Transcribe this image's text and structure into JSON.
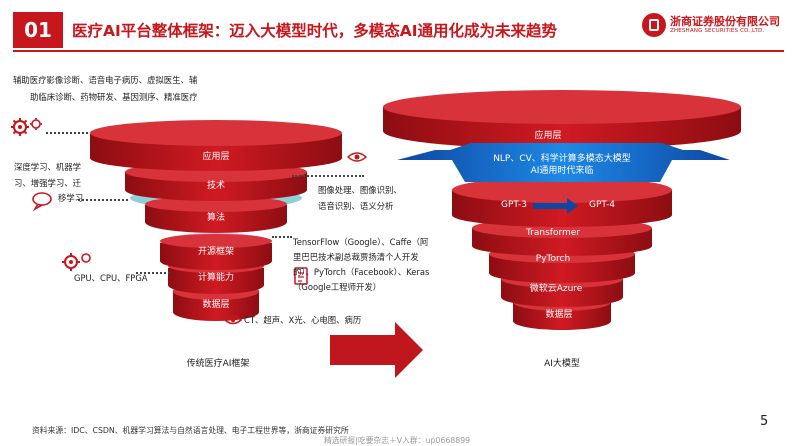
{
  "header": {
    "section_number": "01",
    "title": "医疗AI平台整体框架：迈入大模型时代，多模态AI通用化成为未来趋势",
    "logo_cn": "浙商证券股份有限公司",
    "logo_en": "ZHESHANG SECURITIES CO.,LTD."
  },
  "left_funnel": {
    "layers": [
      "应用层",
      "技术",
      "算法",
      "开源框架",
      "计算能力",
      "数据层"
    ],
    "caption": "传统医疗AI框架"
  },
  "right_funnel": {
    "top_layer": "应用层",
    "banner_line1": "NLP、CV、科学计算多模态大模型",
    "banner_line2": "AI通用时代来临",
    "layers": [
      "GPT-3",
      "GPT-4",
      "Transformer",
      "PyTorch",
      "微软云Azure",
      "数据层"
    ],
    "caption": "AI大模型"
  },
  "annotations": {
    "application_line1": "辅助医疗影像诊断、语音电子病历、虚拟医生、辅",
    "application_line2": "助临床诊断、药物研发、基因测序、精准医疗",
    "tech_line1": "深度学习、机器学",
    "tech_line2": "习、增强学习、迁",
    "tech_line3": "移学习",
    "algo_line1": "图像处理、图像识别、",
    "algo_line2": "语音识别、语义分析",
    "framework_line1": "TensorFlow（Google）、Caffe（阿",
    "framework_line2": "里巴巴技术副总裁贾扬清个人开发",
    "framework_line3": "的）、PyTorch（Facebook）、Keras",
    "framework_line4": "（Google工程师开发）",
    "compute": "GPU、CPU、FPGA",
    "data": "CT、超声、X光、心电图、病历"
  },
  "footer": {
    "source": "资料来源：IDC、CSDN、机器学习算法与自然语言处理、电子工程世界等，浙商证券研究所",
    "watermark": "精选研报|吃要杂志＋V入群：up0668899",
    "page_number": "5"
  },
  "colors": {
    "brand_red": "#c8161d",
    "layer_red": "#c0161d",
    "teal": "#8ed2d8",
    "lavender": "#cdb7e6",
    "gold": "#f5c97a",
    "banner_blue": "#1565c0",
    "arrow_red": "#c0161d"
  },
  "icons": [
    "gear-icon",
    "speech-bubble-icon",
    "eye-icon",
    "document-icon"
  ]
}
